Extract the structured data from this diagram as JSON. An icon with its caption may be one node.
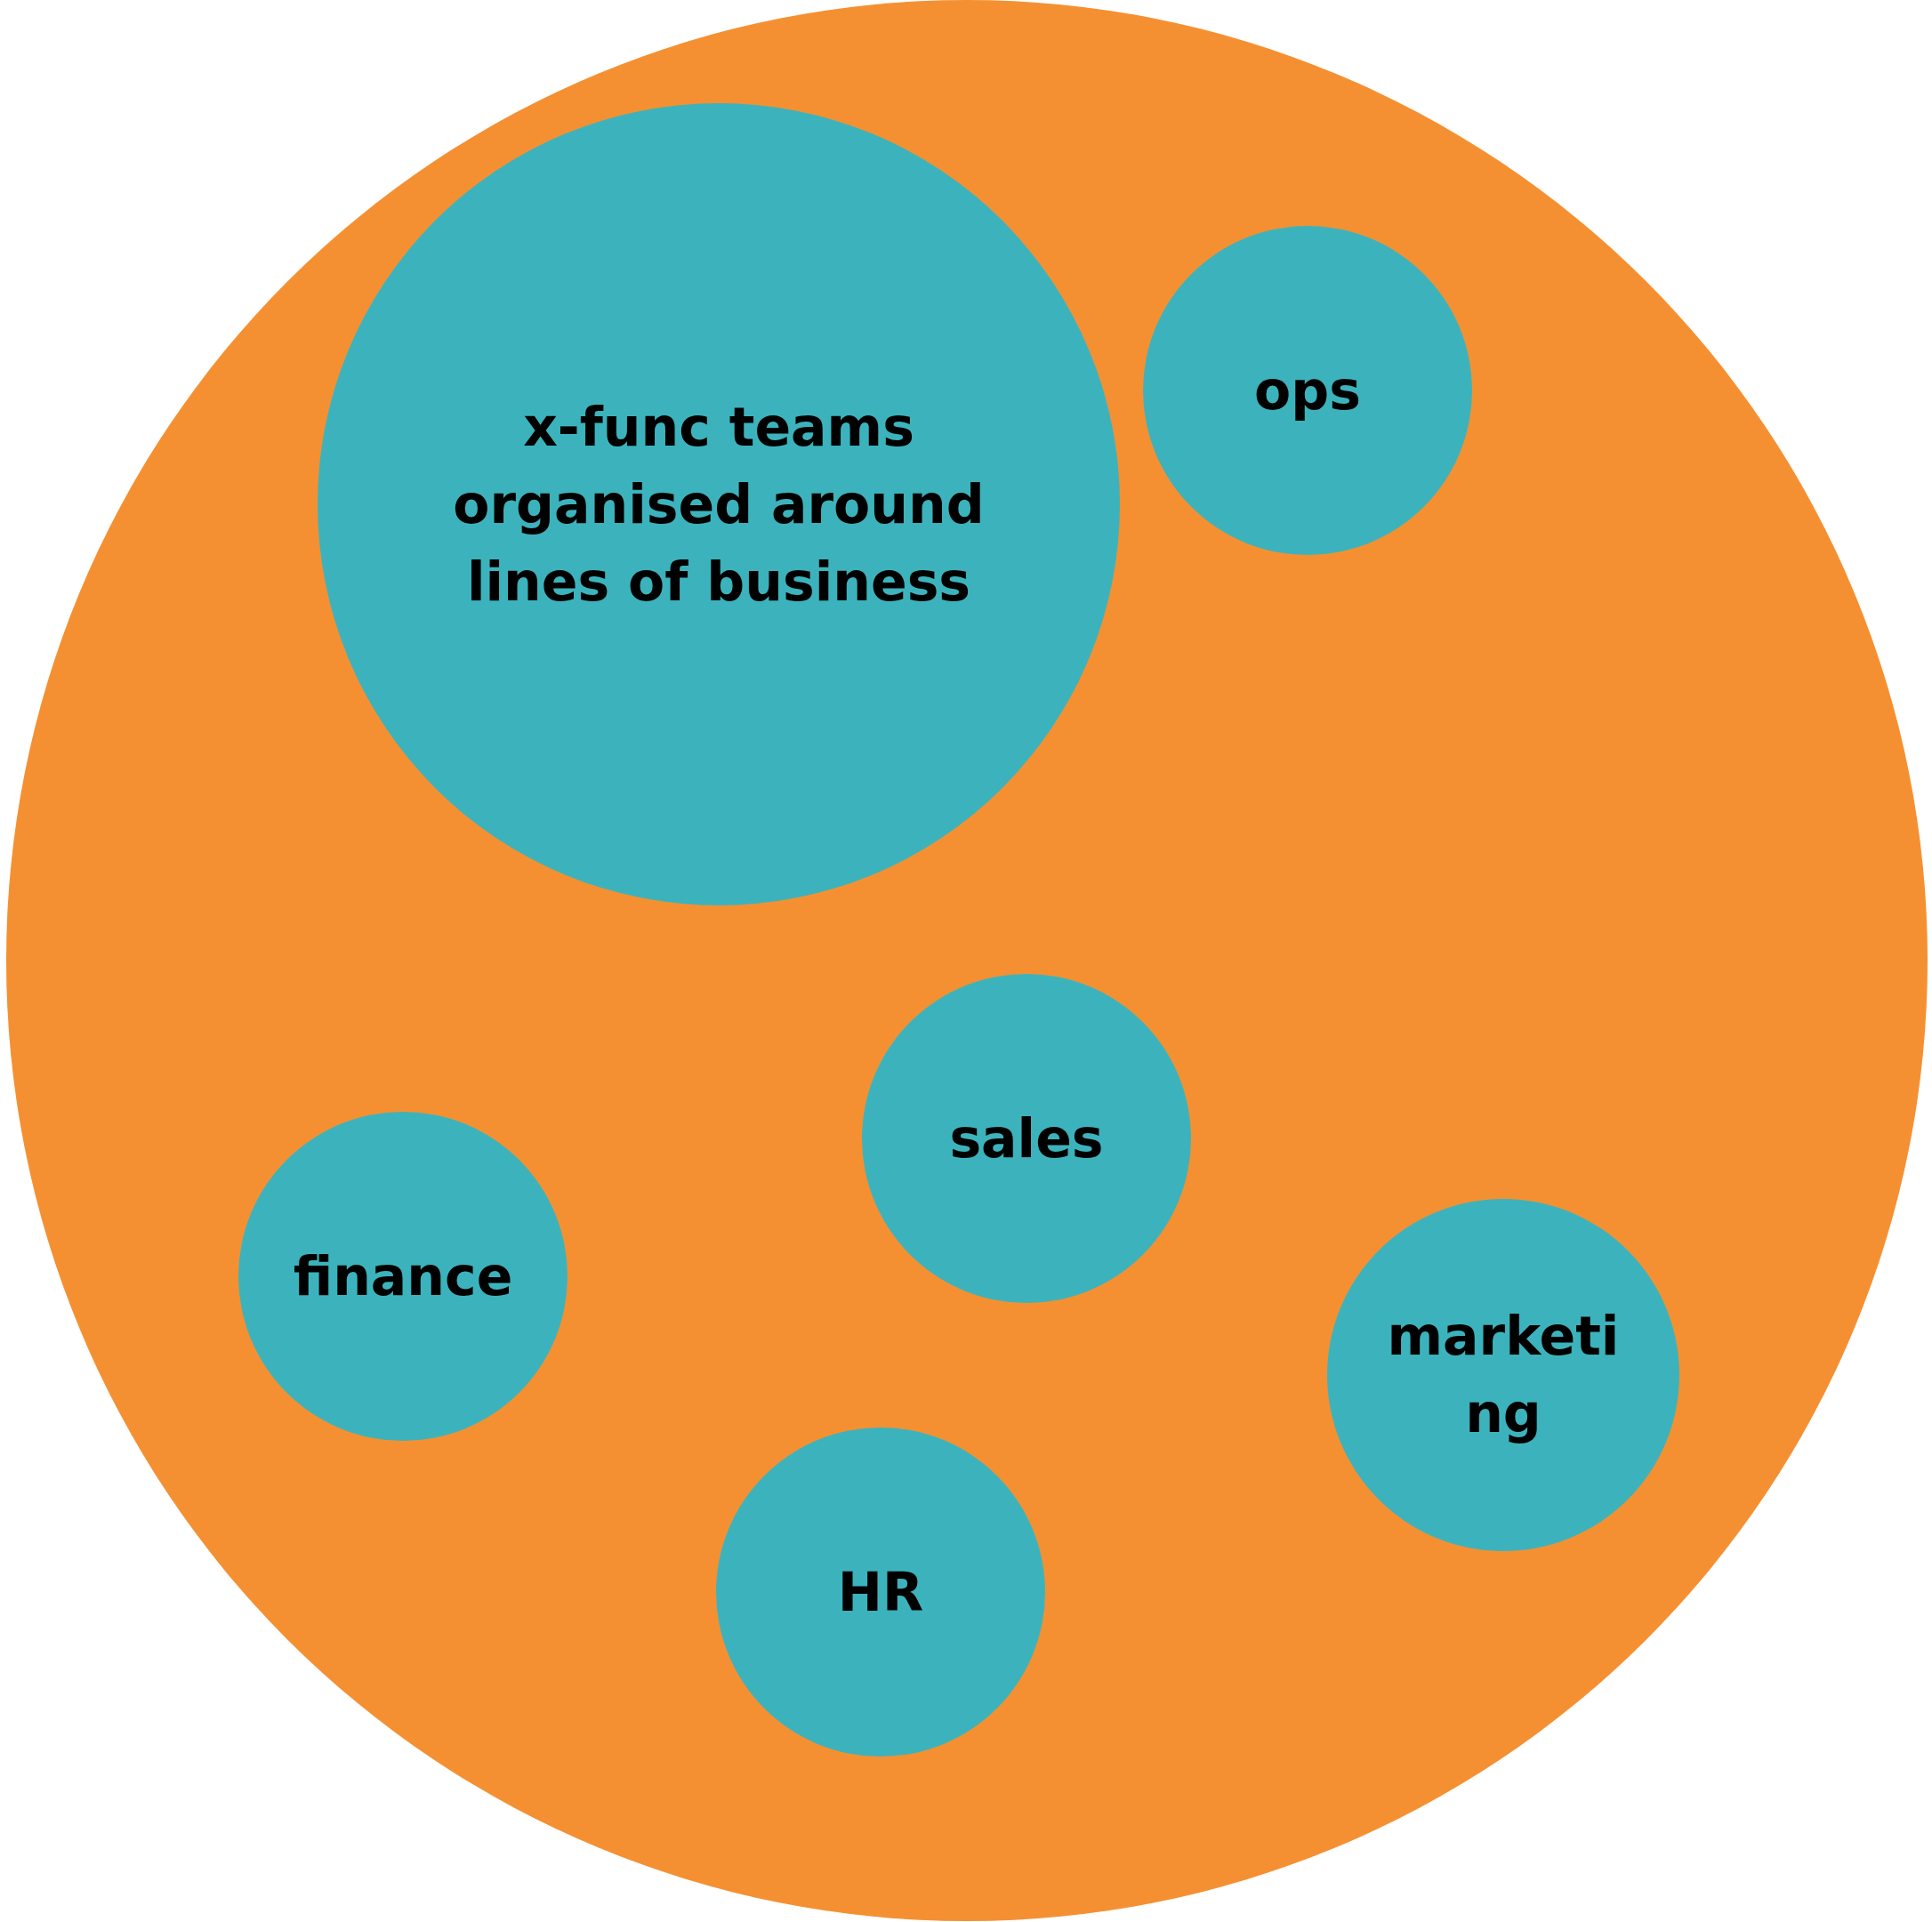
{
  "diagram": {
    "nodes": [
      {
        "text": [],
        "shape": "circle"
      },
      {
        "text": [
          "x-func teams organised around lines of business"
        ],
        "in": 0
      },
      {
        "text": [
          "ops"
        ],
        "in": 0
      },
      {
        "text": [
          "sales"
        ],
        "in": 0
      },
      {
        "text": [
          "finance"
        ],
        "in": 0
      },
      {
        "text": [
          "marketing"
        ],
        "in": 0
      },
      {
        "text": [
          "HR"
        ],
        "in": 0
      }
    ]
  }
}
